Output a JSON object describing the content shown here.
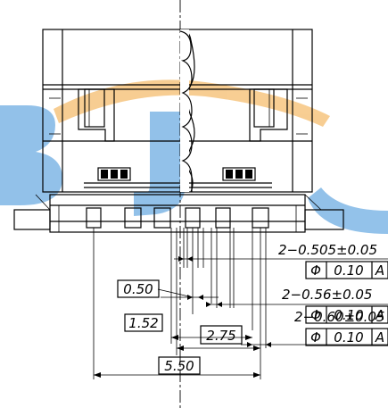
{
  "watermark": {
    "text": "BJC",
    "colors": {
      "blue": "#3a8fd8",
      "orange": "#f2a63a"
    }
  },
  "dimensions": {
    "pitch": "0.50",
    "d1": "1.52",
    "d2": "2.75",
    "d3": "5.50"
  },
  "callouts": [
    {
      "label": "2−0.505±0.05",
      "symbol": "Φ",
      "tolerance": "0.10",
      "datum": "A"
    },
    {
      "label": "2−0.56±0.05",
      "symbol": "Φ",
      "tolerance": "0.10",
      "datum": "A"
    },
    {
      "label": "2−0.60±0.05",
      "symbol": "Φ",
      "tolerance": "0.10",
      "datum": "A"
    }
  ]
}
